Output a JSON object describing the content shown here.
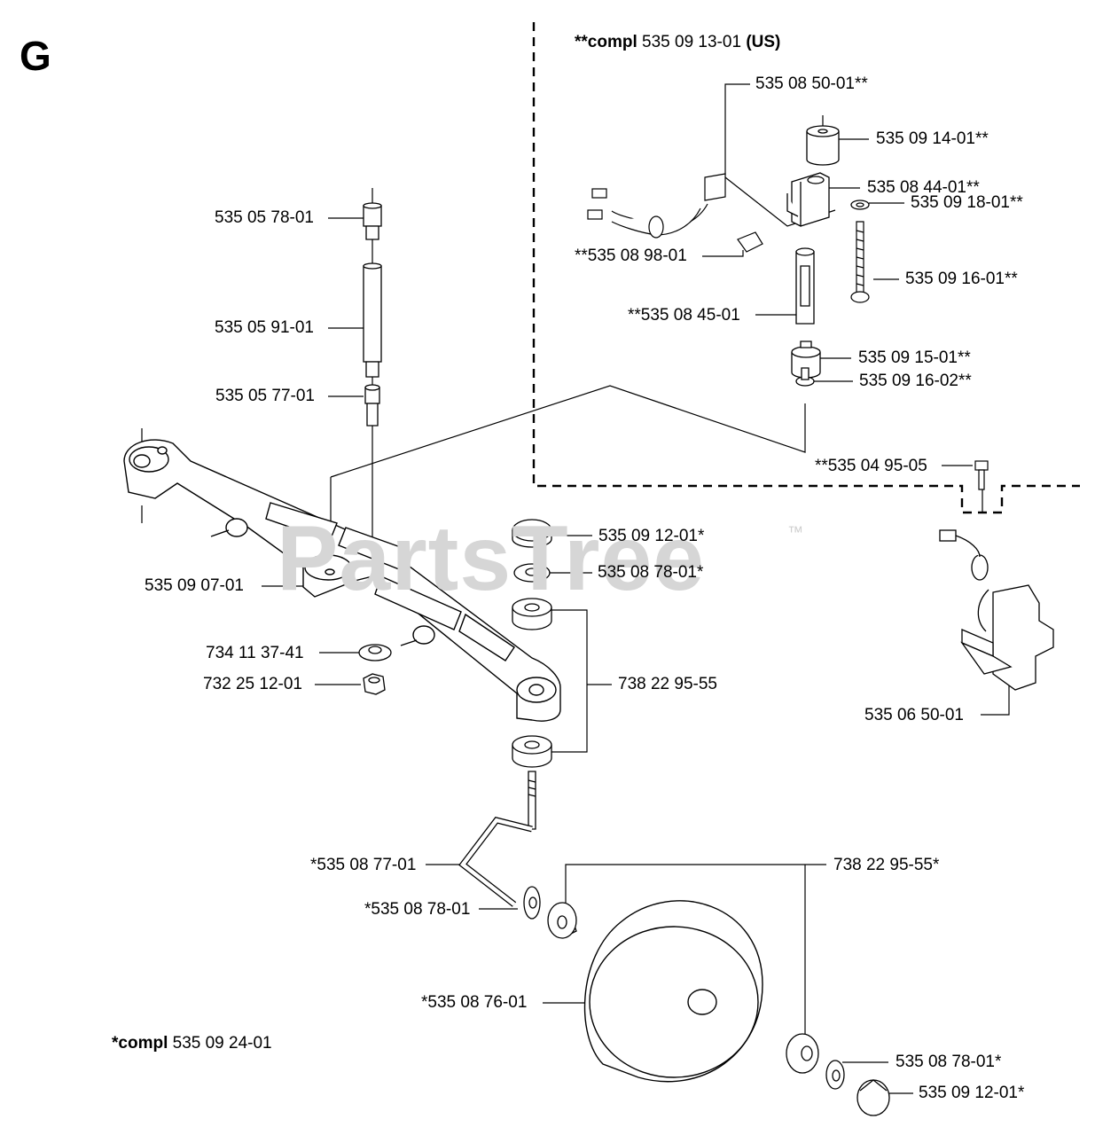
{
  "section_letter": "G",
  "watermark": {
    "text": "PartsTree",
    "tm": "™"
  },
  "compl_us": {
    "prefix": "**compl",
    "number": "535 09 13-01",
    "suffix": "(US)"
  },
  "compl_main": {
    "prefix": "*compl",
    "number": "535 09 24-01"
  },
  "labels": {
    "p535_08_50_01": "535 08 50-01**",
    "p535_09_14_01": "535 09 14-01**",
    "p535_08_44_01": "535 08 44-01**",
    "p535_09_18_01": "535 09 18-01**",
    "p535_08_98_01": "**535 08 98-01",
    "p535_09_16_01": "535 09 16-01**",
    "p535_08_45_01": "**535 08 45-01",
    "p535_09_15_01": "535 09 15-01**",
    "p535_09_16_02": "535 09 16-02**",
    "p535_04_95_05": "**535 04 95-05",
    "p535_05_78_01": "535 05 78-01",
    "p535_05_91_01": "535 05 91-01",
    "p535_05_77_01": "535 05 77-01",
    "p535_09_07_01": "535 09 07-01",
    "p734_11_37_41": "734 11 37-41",
    "p732_25_12_01": "732 25 12-01",
    "p535_09_12_01_top": "535 09 12-01*",
    "p535_08_78_01_top": "535 08 78-01*",
    "p738_22_95_55": "738 22 95-55",
    "p535_06_50_01": "535 06 50-01",
    "p535_08_77_01": "*535 08 77-01",
    "p738_22_95_55_star": "738 22 95-55*",
    "p535_08_78_01_left": "*535 08 78-01",
    "p535_08_76_01": "*535 08 76-01",
    "p535_08_78_01_right": "535 08 78-01*",
    "p535_09_12_01_bottom": "535 09 12-01*"
  }
}
